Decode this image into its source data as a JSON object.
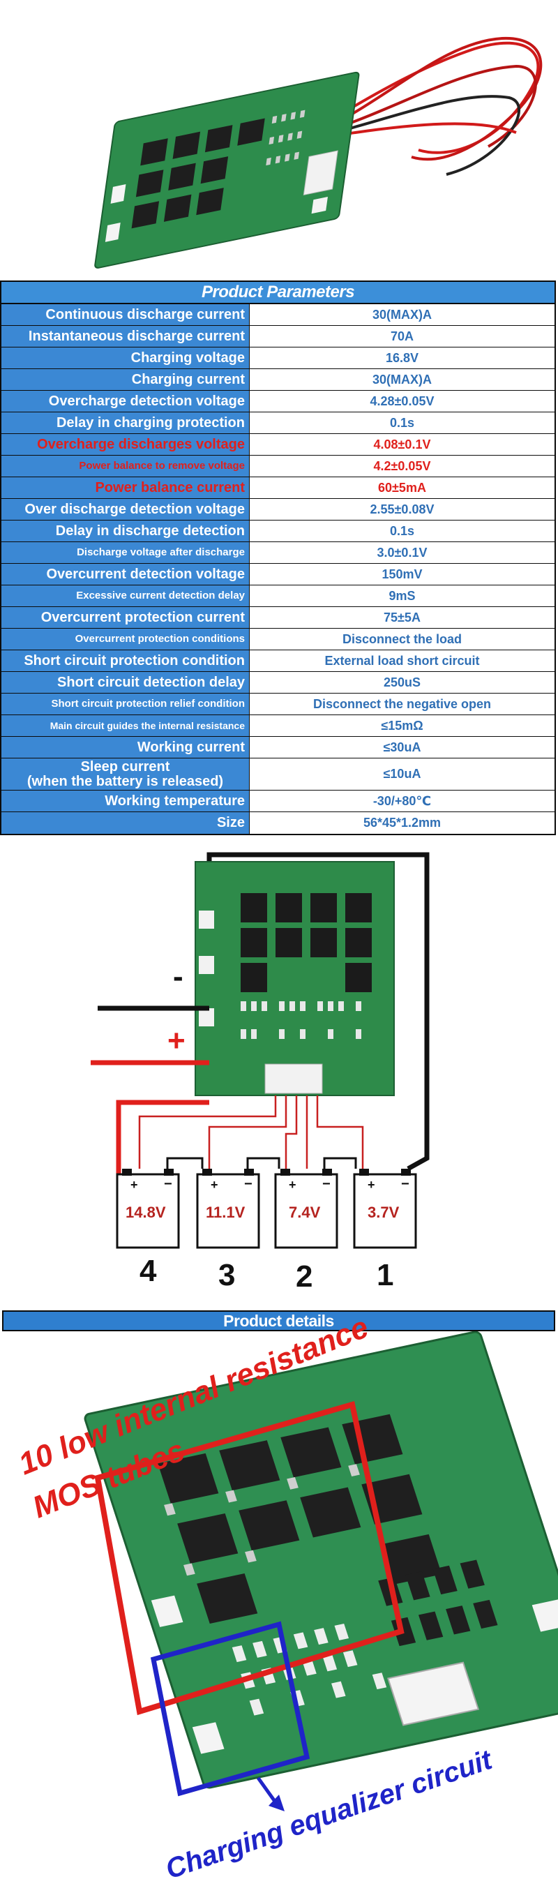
{
  "params": {
    "title": "Product Parameters",
    "rows": [
      {
        "label": "Continuous discharge current",
        "value": "30(MAX)A",
        "size": "l",
        "highlight": false
      },
      {
        "label": "Instantaneous discharge current",
        "value": "70A",
        "size": "l",
        "highlight": false
      },
      {
        "label": "Charging voltage",
        "value": "16.8V",
        "size": "l",
        "highlight": false
      },
      {
        "label": "Charging current",
        "value": "30(MAX)A",
        "size": "l",
        "highlight": false
      },
      {
        "label": "Overcharge detection voltage",
        "value": "4.28±0.05V",
        "size": "l",
        "highlight": false
      },
      {
        "label": "Delay in charging protection",
        "value": "0.1s",
        "size": "l",
        "highlight": false
      },
      {
        "label": "Overcharge discharges voltage",
        "value": "4.08±0.1V",
        "size": "l",
        "highlight": true
      },
      {
        "label": "Power balance to remove voltage",
        "value": "4.2±0.05V",
        "size": "s",
        "highlight": true
      },
      {
        "label": "Power balance current",
        "value": "60±5mA",
        "size": "l",
        "highlight": true
      },
      {
        "label": "Over discharge detection voltage",
        "value": "2.55±0.08V",
        "size": "l",
        "highlight": false
      },
      {
        "label": "Delay in discharge detection",
        "value": "0.1s",
        "size": "l",
        "highlight": false
      },
      {
        "label": "Discharge voltage after discharge",
        "value": "3.0±0.1V",
        "size": "s",
        "highlight": false
      },
      {
        "label": "Overcurrent detection voltage",
        "value": "150mV",
        "size": "l",
        "highlight": false
      },
      {
        "label": "Excessive current detection delay",
        "value": "9mS",
        "size": "s",
        "highlight": false
      },
      {
        "label": "Overcurrent protection current",
        "value": "75±5A",
        "size": "l",
        "highlight": false
      },
      {
        "label": "Overcurrent protection conditions",
        "value": "Disconnect the load",
        "size": "s",
        "highlight": false
      },
      {
        "label": "Short circuit protection condition",
        "value": "External load short circuit",
        "size": "l",
        "highlight": false
      },
      {
        "label": "Short circuit detection delay",
        "value": "250uS",
        "size": "l",
        "highlight": false
      },
      {
        "label": "Short circuit protection relief condition",
        "value": "Disconnect the negative open",
        "size": "s",
        "highlight": false
      },
      {
        "label": "Main circuit guides the internal resistance",
        "value": "≤15mΩ",
        "size": "xs",
        "highlight": false
      },
      {
        "label": "Working current",
        "value": "≤30uA",
        "size": "l",
        "highlight": false
      },
      {
        "label": "Sleep current\n(when the battery is released)",
        "value": "≤10uA",
        "size": "l",
        "highlight": false,
        "tall": true
      },
      {
        "label": "Working temperature",
        "value": "-30/+80℃",
        "size": "l",
        "highlight": false
      },
      {
        "label": "Size",
        "value": "56*45*1.2mm",
        "size": "l",
        "highlight": false
      }
    ]
  },
  "wiring": {
    "minus_sign": "-",
    "plus_sign": "+",
    "cells": [
      {
        "voltage": "14.8V",
        "number": "4"
      },
      {
        "voltage": "11.1V",
        "number": "3"
      },
      {
        "voltage": "7.4V",
        "number": "2"
      },
      {
        "voltage": "3.7V",
        "number": "1"
      }
    ],
    "terminal_plus": "+",
    "terminal_minus": "−",
    "colors": {
      "red_wire": "#e0201c",
      "black_wire": "#111111",
      "pcb": "#2e8b4a"
    }
  },
  "details": {
    "banner": "Product details",
    "mos_label_line1": "10 low internal resistance",
    "mos_label_line2": "MOS tubes",
    "equalizer_label": "Charging equalizer circuit",
    "colors": {
      "red_box": "#e0201c",
      "blue_box": "#1f24c8"
    }
  }
}
